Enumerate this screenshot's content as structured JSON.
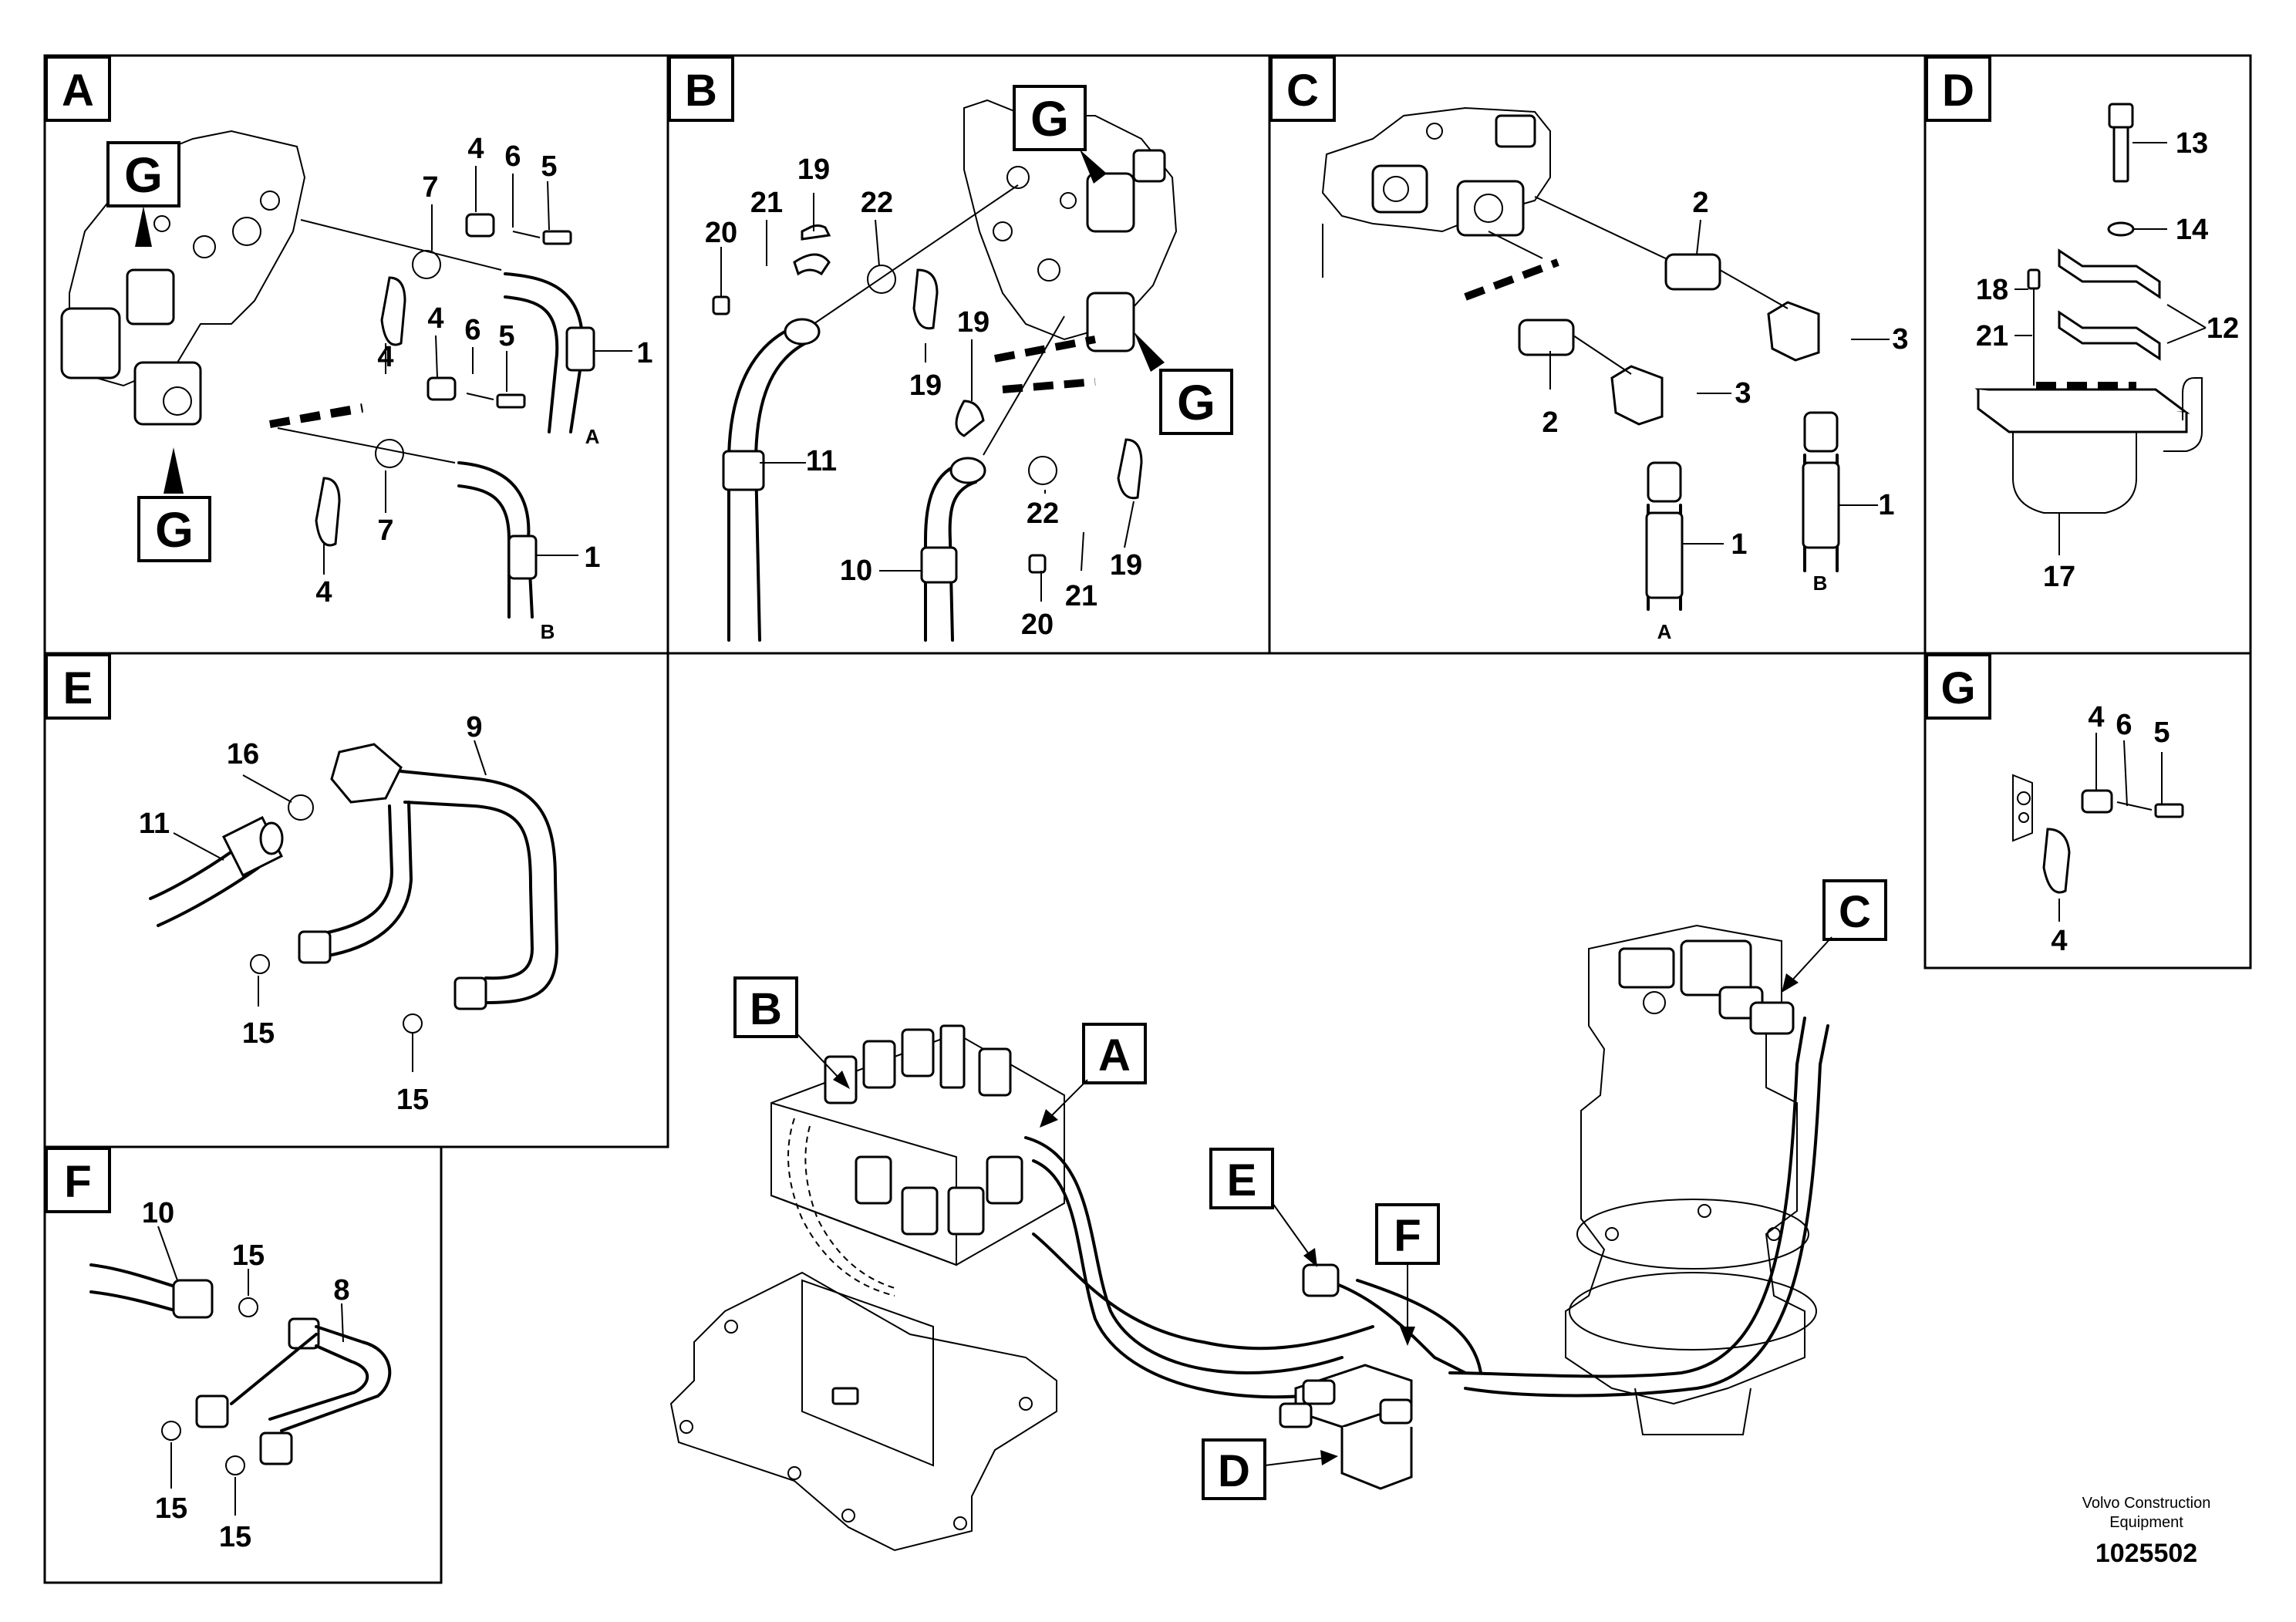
{
  "panels": [
    {
      "id": "A",
      "label": "A"
    },
    {
      "id": "B",
      "label": "B"
    },
    {
      "id": "C",
      "label": "C"
    },
    {
      "id": "D",
      "label": "D"
    },
    {
      "id": "E",
      "label": "E"
    },
    {
      "id": "G",
      "label": "G"
    },
    {
      "id": "F",
      "label": "F"
    }
  ],
  "detail_tag": "G",
  "port_labels": {
    "a": "A",
    "b": "B"
  },
  "part_numbers": {
    "n1": "1",
    "n2": "2",
    "n3": "3",
    "n4": "4",
    "n5": "5",
    "n6": "6",
    "n7": "7",
    "n8": "8",
    "n9": "9",
    "n10": "10",
    "n11": "11",
    "n12": "12",
    "n13": "13",
    "n14": "14",
    "n15": "15",
    "n16": "16",
    "n17": "17",
    "n18": "18",
    "n19": "19",
    "n20": "20",
    "n21": "21",
    "n22": "22"
  },
  "overview_tags": {
    "a": "A",
    "b": "B",
    "c": "C",
    "d": "D",
    "e": "E",
    "f": "F"
  },
  "footer": {
    "brand_line1": "Volvo Construction",
    "brand_line2": "Equipment",
    "doc_number": "1025502"
  }
}
